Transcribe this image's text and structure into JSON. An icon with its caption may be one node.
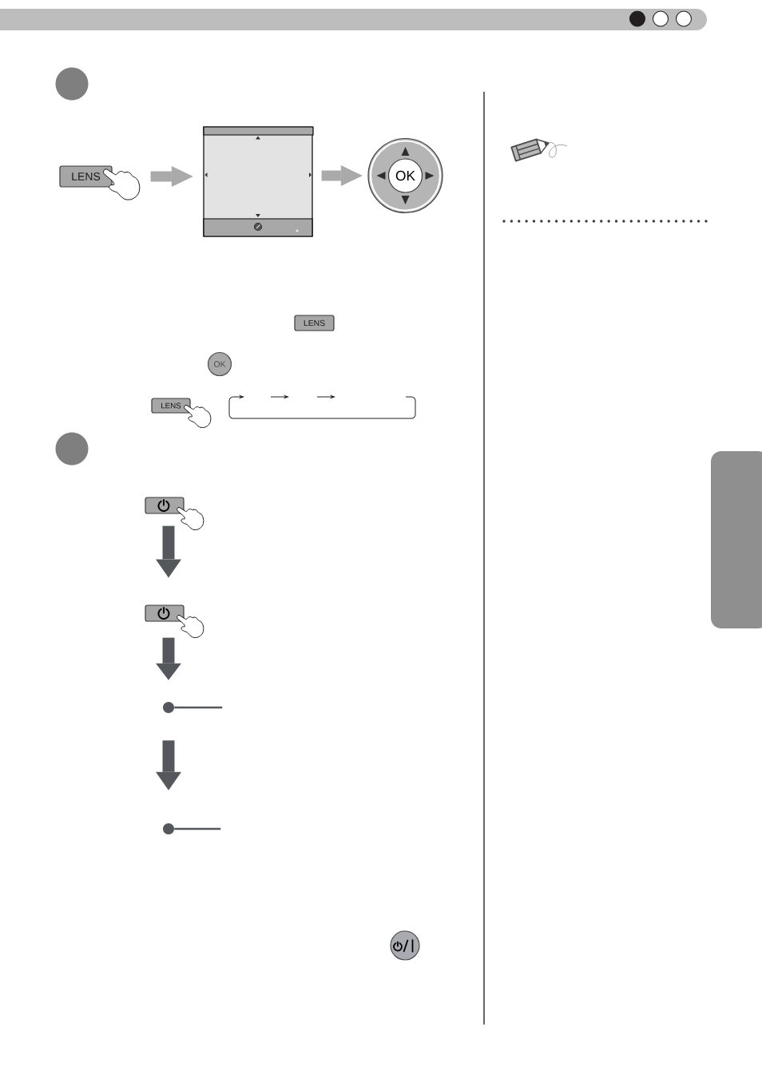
{
  "diagram": {
    "nodes": [
      {
        "text": [
          "LENS"
        ]
      },
      {
        "text": [],
        "shape": "box"
      },
      {
        "text": [
          "OK"
        ]
      },
      {
        "text": [
          "LENS"
        ]
      },
      {
        "text": [
          "OK"
        ]
      },
      {
        "text": [
          "LENS"
        ]
      },
      {
        "text": [],
        "shape": "box"
      },
      {
        "text": [],
        "shape": "box"
      },
      {
        "text": [],
        "shape": "circle"
      },
      {
        "text": [],
        "shape": "circle"
      },
      {
        "text": [],
        "shape": "box"
      }
    ],
    "edges": [
      {
        "from": 0,
        "to": 1,
        "arrow": "to",
        "color": "#aaaaaa"
      },
      {
        "from": 1,
        "to": 2,
        "arrow": "to",
        "color": "#aaaaaa"
      },
      {
        "from": 6,
        "to": 7,
        "arrow": "to"
      },
      {
        "from": 7,
        "to": 8,
        "arrow": "to"
      },
      {
        "from": 8,
        "to": 9,
        "arrow": "to"
      },
      {
        "from": 8,
        "to": null,
        "arrow": "none"
      },
      {
        "from": 9,
        "to": null,
        "arrow": "none"
      }
    ]
  }
}
